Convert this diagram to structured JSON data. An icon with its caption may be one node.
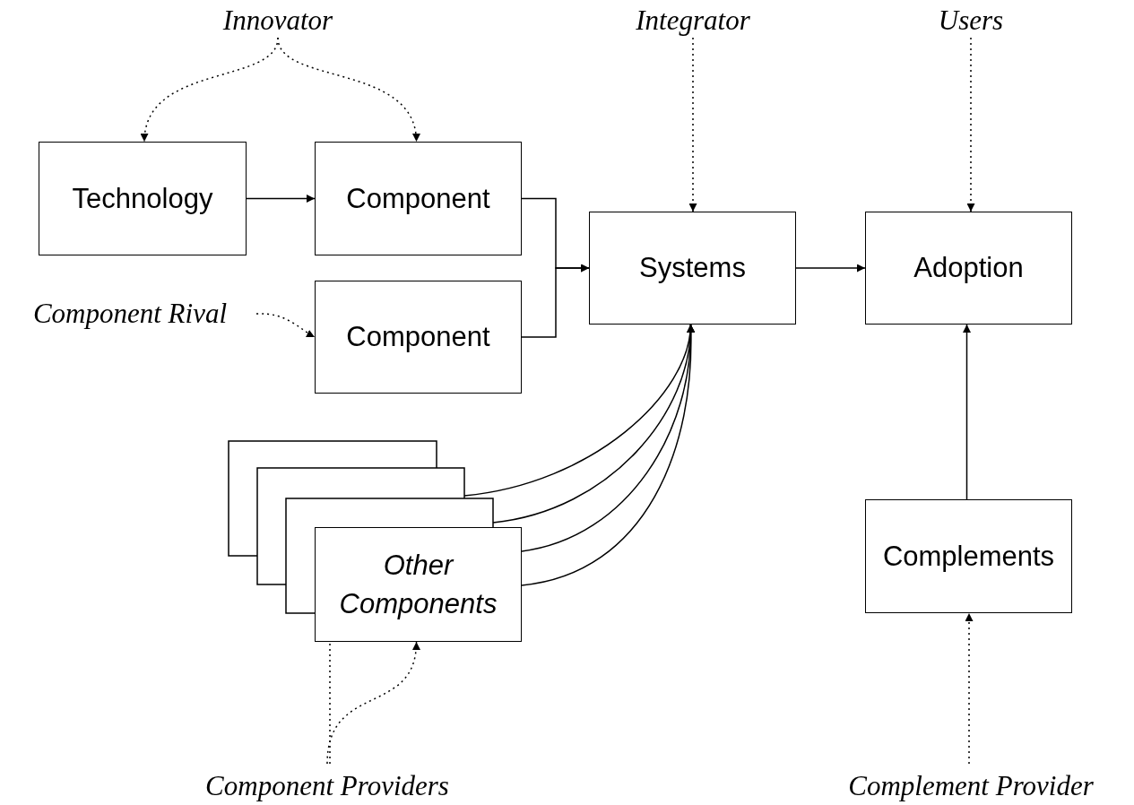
{
  "diagram": {
    "nodes": [
      {
        "text": [
          "Innovator"
        ]
      },
      {
        "text": [
          "Technology"
        ]
      },
      {
        "text": [
          "Component"
        ]
      },
      {
        "text": [
          "Integrator"
        ]
      },
      {
        "text": [
          "Systems"
        ]
      },
      {
        "text": [
          "Users"
        ]
      },
      {
        "text": [
          "Adoption"
        ]
      },
      {
        "text": [
          "Component Rival"
        ]
      },
      {
        "text": [
          "Component"
        ]
      },
      {
        "text": [],
        "shape": "box"
      },
      {
        "text": [],
        "shape": "box"
      },
      {
        "text": [],
        "shape": "box"
      },
      {
        "text": [
          "Other Components"
        ]
      },
      {
        "text": [
          "Complements"
        ]
      },
      {
        "text": [
          "Component Providers"
        ]
      },
      {
        "text": [
          "Complement Provider"
        ]
      }
    ],
    "edges": [
      {
        "from": 0,
        "to": 1,
        "arrow": "to",
        "style": "dashed"
      },
      {
        "from": 0,
        "to": 2,
        "arrow": "to",
        "style": "dashed"
      },
      {
        "from": 1,
        "to": 2,
        "arrow": "to"
      },
      {
        "from": 2,
        "to": 4,
        "arrow": "to"
      },
      {
        "from": 8,
        "to": 4,
        "arrow": "to"
      },
      {
        "from": 3,
        "to": 4,
        "arrow": "to",
        "style": "dashed"
      },
      {
        "from": 4,
        "to": 6,
        "arrow": "to"
      },
      {
        "from": 5,
        "to": 6,
        "arrow": "to",
        "style": "dashed"
      },
      {
        "from": 7,
        "to": 8,
        "arrow": "to",
        "style": "dashed"
      },
      {
        "from": 10,
        "to": 4,
        "arrow": "to"
      },
      {
        "from": 11,
        "to": 4,
        "arrow": "to"
      },
      {
        "from": 12,
        "to": 4,
        "arrow": "to"
      },
      {
        "from": 12,
        "to": 4,
        "arrow": "to"
      },
      {
        "from": 13,
        "to": 6,
        "arrow": "to"
      },
      {
        "from": 15,
        "to": 13,
        "arrow": "to",
        "style": "dashed"
      },
      {
        "from": 14,
        "to": 12,
        "arrow": "to",
        "style": "dashed"
      },
      {
        "from": 14,
        "to": 12,
        "arrow": "none",
        "style": "dashed"
      }
    ]
  }
}
